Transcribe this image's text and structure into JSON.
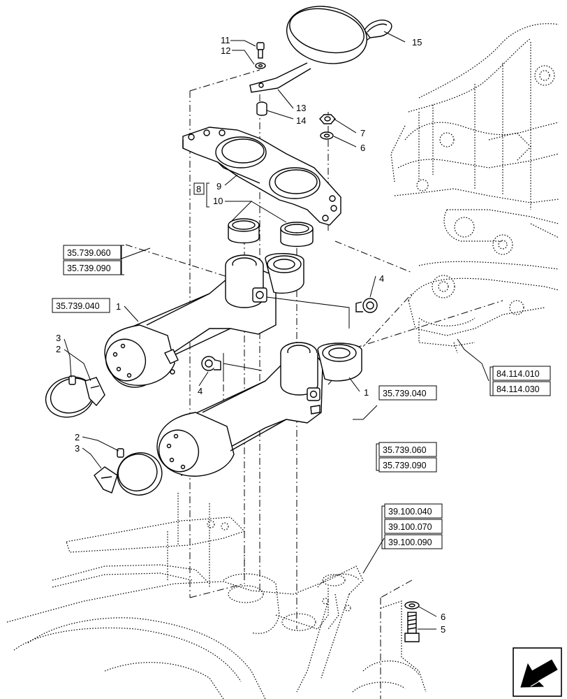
{
  "callouts": {
    "c1a": "1",
    "c1b": "1",
    "c2a": "2",
    "c2b": "2",
    "c3a": "3",
    "c3b": "3",
    "c4a": "4",
    "c4b": "4",
    "c5": "5",
    "c6a": "6",
    "c6b": "6",
    "c7": "7",
    "c8": "8",
    "c9": "9",
    "c10": "10",
    "c11": "11",
    "c12": "12",
    "c13": "13",
    "c14": "14",
    "c15": "15"
  },
  "refs": {
    "r_35_739_060_a": "35.739.060",
    "r_35_739_090_a": "35.739.090",
    "r_35_739_040_a": "35.739.040",
    "r_35_739_040_b": "35.739.040",
    "r_35_739_060_b": "35.739.060",
    "r_35_739_090_b": "35.739.090",
    "r_84_114_010": "84.114.010",
    "r_84_114_030": "84.114.030",
    "r_39_100_040": "39.100.040",
    "r_39_100_070": "39.100.070",
    "r_39_100_090": "39.100.090"
  },
  "icons": {
    "nav": "arrow-down-left-icon"
  }
}
